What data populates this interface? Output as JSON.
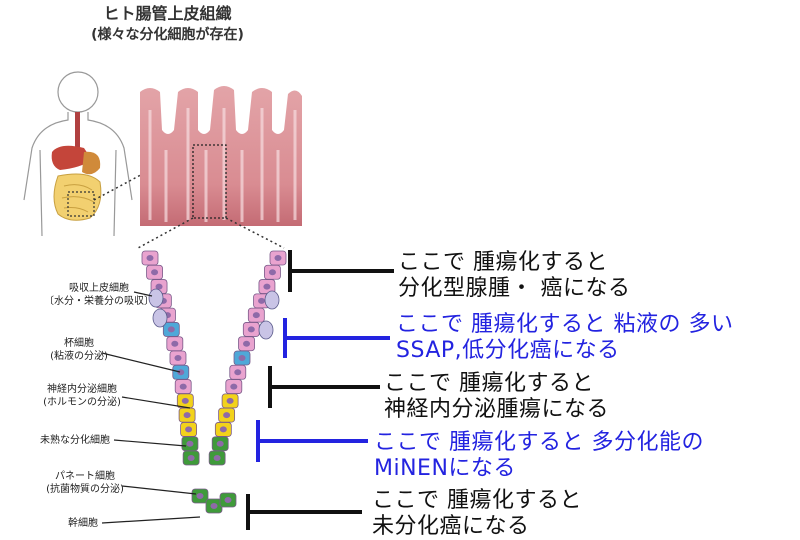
{
  "header": {
    "title": "ヒト腸管上皮組織",
    "subtitle": "(様々な分化細胞が存在)"
  },
  "cell_labels": [
    {
      "line1": "吸収上皮細胞",
      "line2": "〔水分・栄養分の吸収〕"
    },
    {
      "line1": "杯細胞",
      "line2": "(粘液の分泌)"
    },
    {
      "line1": "神経内分泌細胞",
      "line2": "(ホルモンの分泌)"
    },
    {
      "line1": "未熟な分化細胞",
      "line2": ""
    },
    {
      "line1": "パネート細胞",
      "line2": "(抗菌物質の分泌)"
    },
    {
      "line1": "幹細胞",
      "line2": ""
    }
  ],
  "annotations": [
    {
      "line1": "ここで 腫瘍化すると",
      "line2": "分化型腺腫・ 癌になる",
      "color": "#111111"
    },
    {
      "line1": "ここで 腫瘍化すると 粘液の 多い",
      "line2": "SSAP,低分化癌になる",
      "color": "#2323e0"
    },
    {
      "line1": "ここで 腫瘍化すると",
      "line2": "神経内分泌腫瘍になる",
      "color": "#111111"
    },
    {
      "line1": "ここで 腫瘍化すると 多分化能の",
      "line2": "MiNENになる",
      "color": "#2323e0"
    },
    {
      "line1": "ここで 腫瘍化すると",
      "line2": "未分化癌になる",
      "color": "#111111"
    }
  ],
  "colors": {
    "absorptive_cell": "#e9a3cf",
    "goblet_cell": "#c9c4e6",
    "neuroendocrine_cell": "#4fa8d8",
    "immature_cell": "#f2d21b",
    "paneth_stem_cell": "#3f9a3a"
  }
}
